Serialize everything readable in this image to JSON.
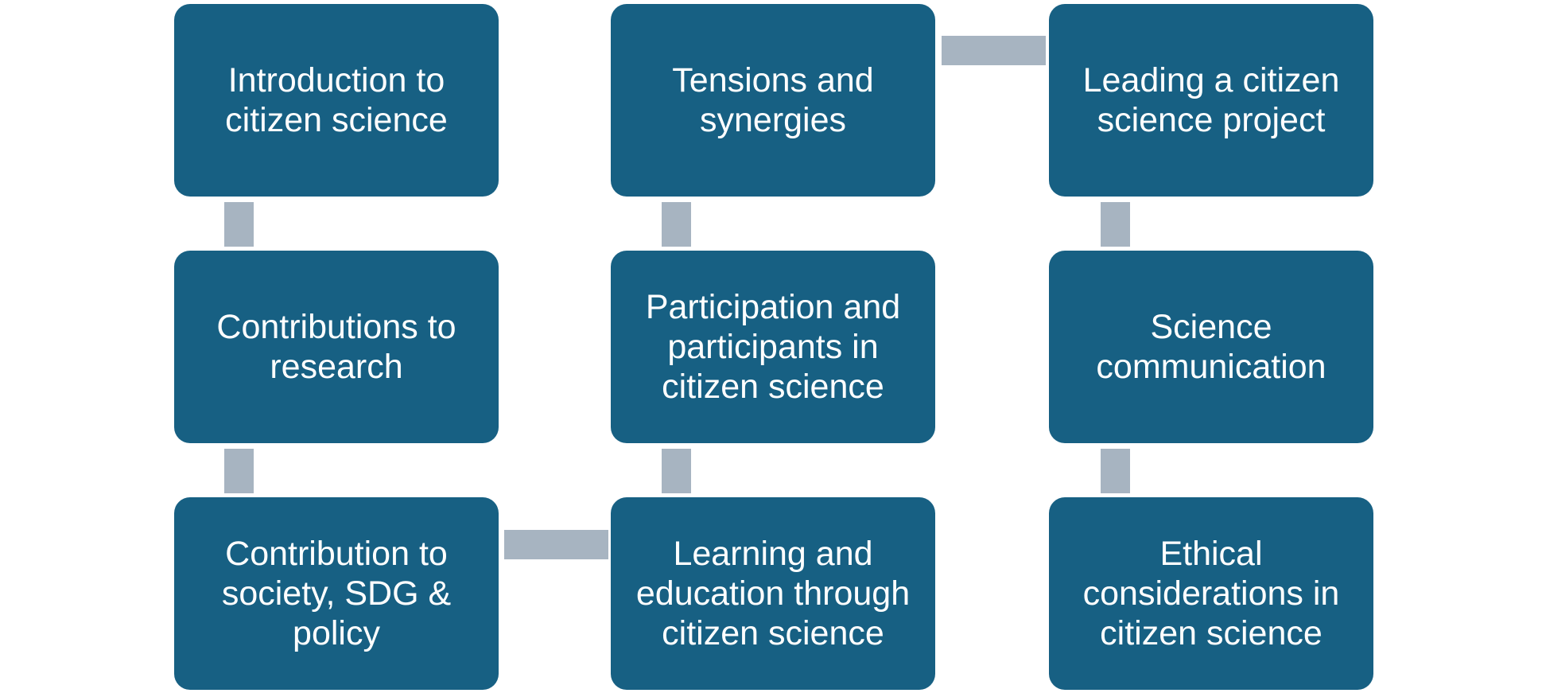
{
  "diagram": {
    "nodes": [
      {
        "id": "intro",
        "label": "Introduction to citizen science"
      },
      {
        "id": "research",
        "label": "Contributions to research"
      },
      {
        "id": "society",
        "label": "Contribution to society, SDG & policy"
      },
      {
        "id": "tensions",
        "label": "Tensions and synergies"
      },
      {
        "id": "participation",
        "label": "Participation and participants in citizen science"
      },
      {
        "id": "learning",
        "label": "Learning and education through citizen science"
      },
      {
        "id": "leading",
        "label": "Leading a citizen science project"
      },
      {
        "id": "communication",
        "label": "Science communication"
      },
      {
        "id": "ethics",
        "label": "Ethical considerations in citizen science"
      }
    ],
    "connections": [
      [
        "intro",
        "research"
      ],
      [
        "research",
        "society"
      ],
      [
        "society",
        "learning"
      ],
      [
        "learning",
        "participation"
      ],
      [
        "participation",
        "tensions"
      ],
      [
        "tensions",
        "leading"
      ],
      [
        "leading",
        "communication"
      ],
      [
        "communication",
        "ethics"
      ]
    ],
    "colors": {
      "node_fill": "#176083",
      "node_text": "#ffffff",
      "connector": "#a7b4c1",
      "background": "#ffffff"
    }
  }
}
